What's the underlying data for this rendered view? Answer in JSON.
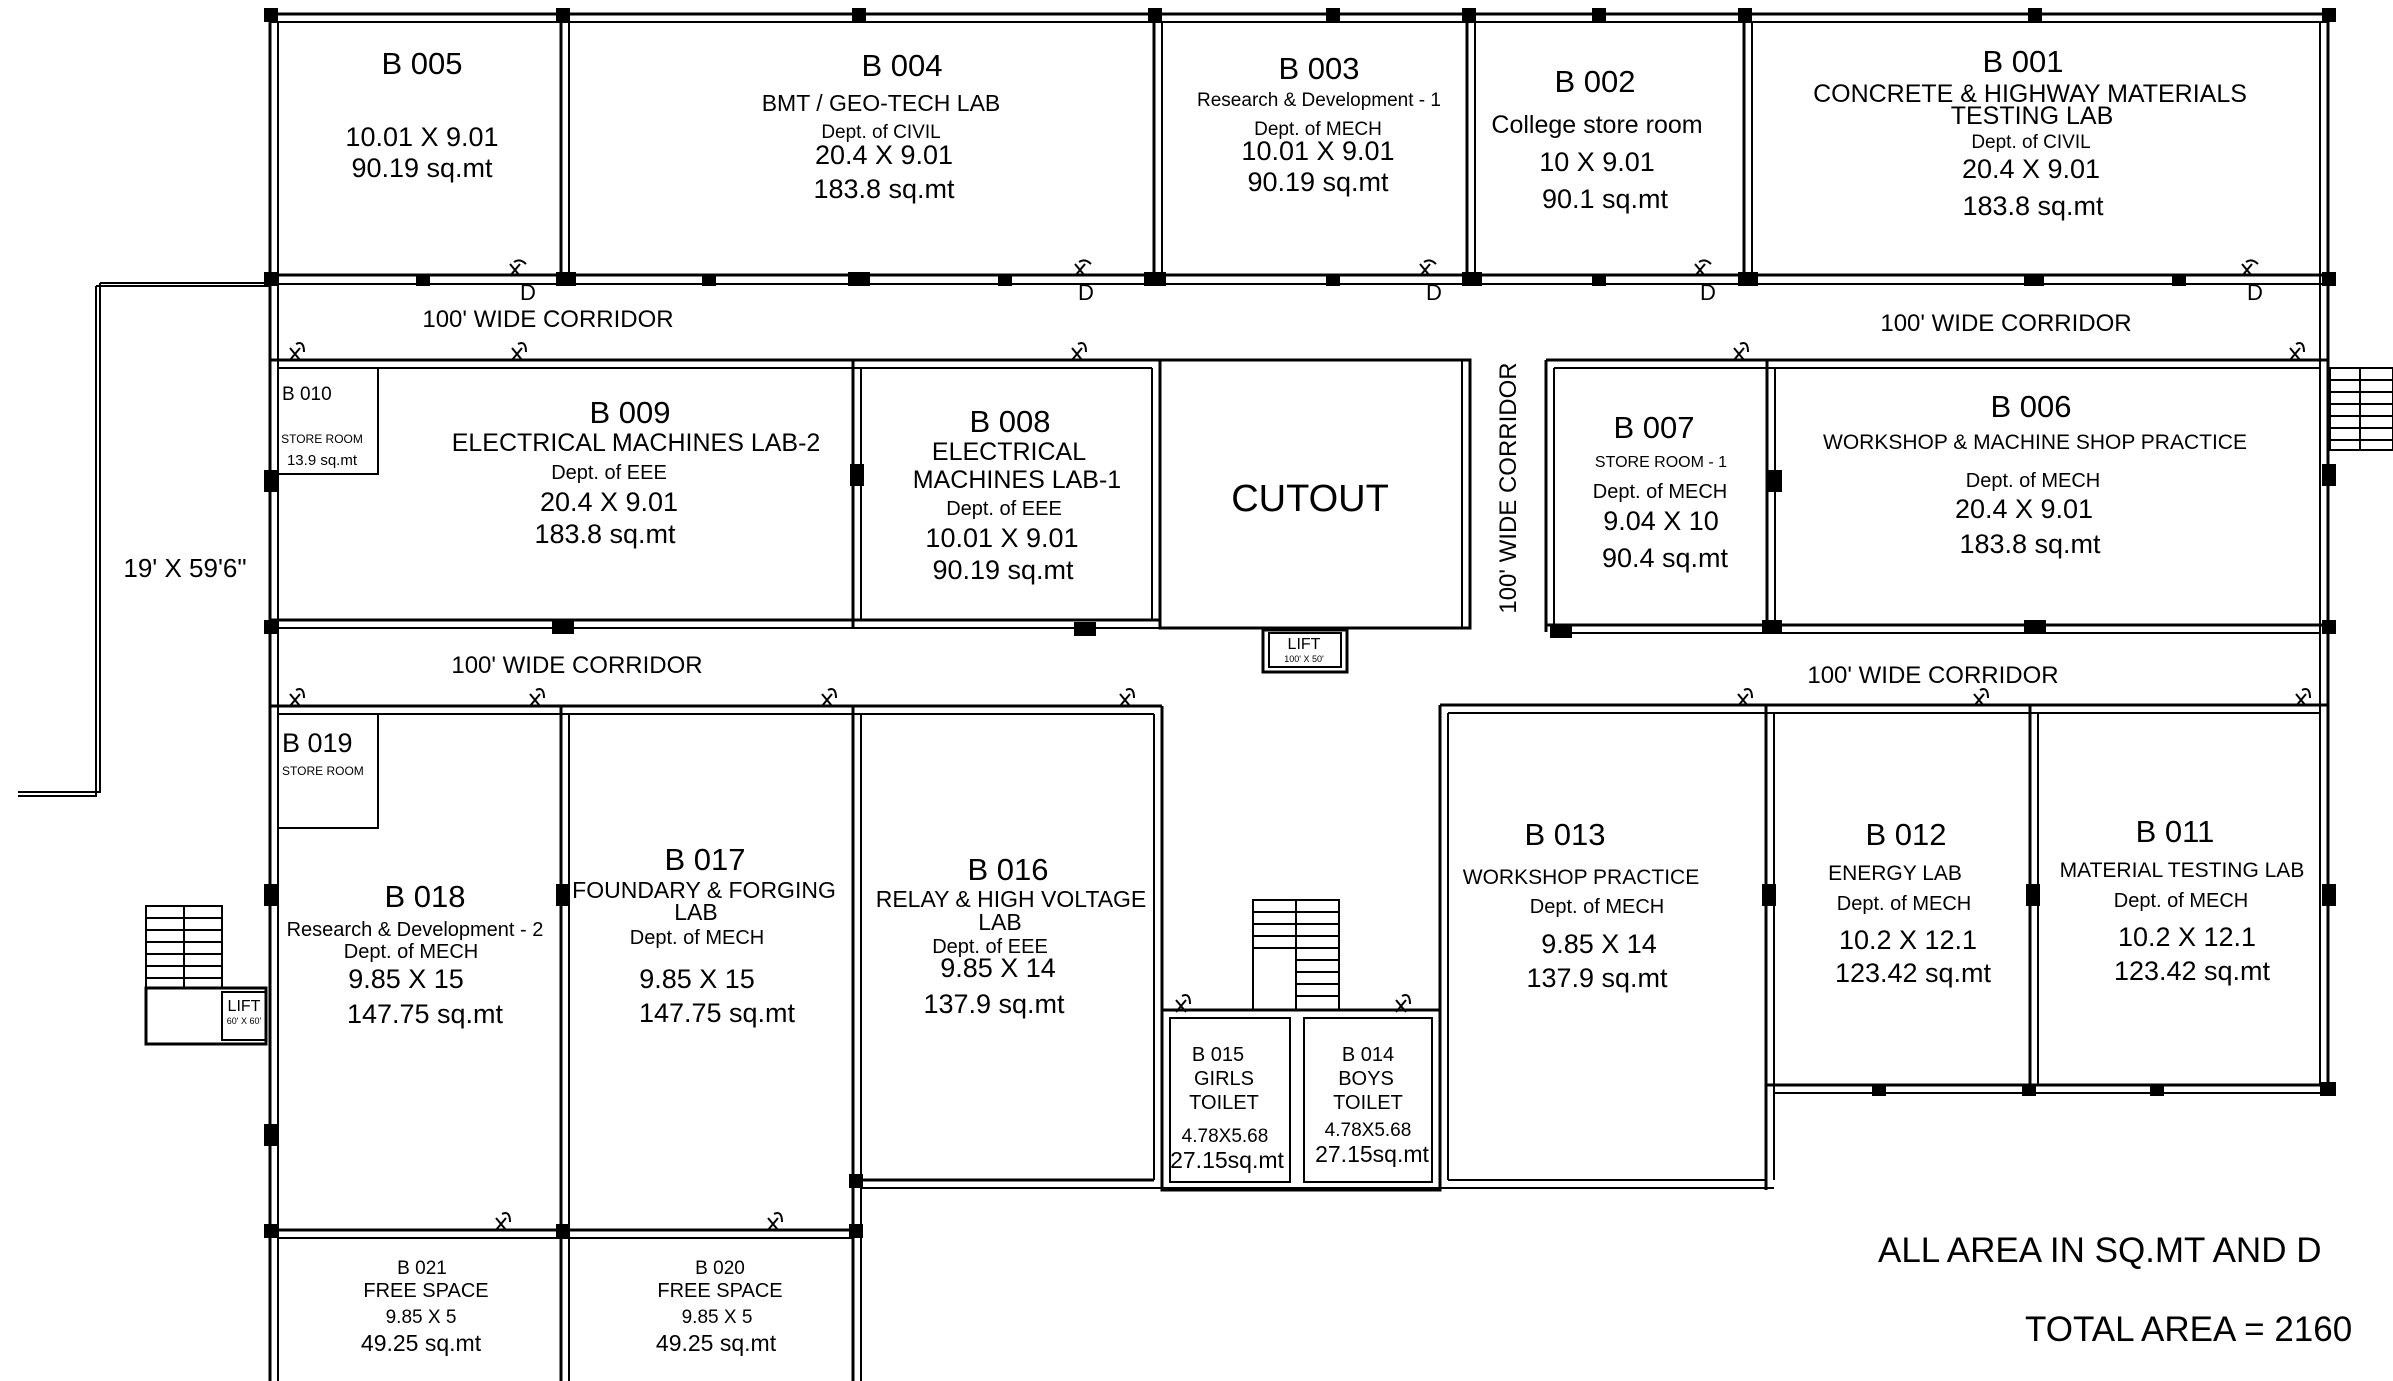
{
  "rooms": {
    "b005": {
      "id": "B 005",
      "l1": "10.01 X 9.01",
      "l2": "90.19 sq.mt"
    },
    "b004": {
      "id": "B 004",
      "name": "BMT / GEO-TECH LAB",
      "dept": "Dept. of CIVIL",
      "dim": "20.4 X 9.01",
      "area": "183.8 sq.mt"
    },
    "b003": {
      "id": "B 003",
      "name": "Research & Development - 1",
      "dept": "Dept. of MECH",
      "dim": "10.01 X 9.01",
      "area": "90.19 sq.mt"
    },
    "b002": {
      "id": "B 002",
      "name": "College store room",
      "dim": "10 X 9.01",
      "area": "90.1 sq.mt"
    },
    "b001": {
      "id": "B 001",
      "name1": "CONCRETE & HIGHWAY MATERIALS",
      "name2": "TESTING LAB",
      "dept": "Dept. of CIVIL",
      "dim": "20.4 X 9.01",
      "area": "183.8 sq.mt"
    },
    "b010": {
      "id": "B 010",
      "name": "STORE ROOM",
      "area": "13.9 sq.mt"
    },
    "b009": {
      "id": "B 009",
      "name": "ELECTRICAL MACHINES LAB-2",
      "dept": "Dept. of EEE",
      "dim": "20.4 X 9.01",
      "area": "183.8 sq.mt"
    },
    "b008": {
      "id": "B 008",
      "name1": "ELECTRICAL",
      "name2": "MACHINES LAB-1",
      "dept": "Dept. of EEE",
      "dim": "10.01 X 9.01",
      "area": "90.19 sq.mt"
    },
    "b007": {
      "id": "B 007",
      "name": "STORE ROOM - 1",
      "dept": "Dept. of MECH",
      "dim": "9.04 X 10",
      "area": "90.4 sq.mt"
    },
    "b006": {
      "id": "B 006",
      "name": "WORKSHOP & MACHINE SHOP PRACTICE",
      "dept": "Dept. of MECH",
      "dim": "20.4 X 9.01",
      "area": "183.8 sq.mt"
    },
    "b019": {
      "id": "B 019",
      "name": "STORE ROOM"
    },
    "b018": {
      "id": "B 018",
      "name": "Research & Development - 2",
      "dept": "Dept. of MECH",
      "dim": "9.85 X 15",
      "area": "147.75 sq.mt"
    },
    "b017": {
      "id": "B 017",
      "name1": "FOUNDARY & FORGING",
      "name2": "LAB",
      "dept": "Dept. of MECH",
      "dim": "9.85 X 15",
      "area": "147.75 sq.mt"
    },
    "b016": {
      "id": "B 016",
      "name1": "RELAY & HIGH VOLTAGE",
      "name2": "LAB",
      "dept": "Dept. of EEE",
      "dim": "9.85 X 14",
      "area": "137.9 sq.mt"
    },
    "b015": {
      "id": "B 015",
      "name1": "GIRLS",
      "name2": "TOILET",
      "dim": "4.78X5.68",
      "area": "27.15sq.mt"
    },
    "b014": {
      "id": "B 014",
      "name1": "BOYS",
      "name2": "TOILET",
      "dim": "4.78X5.68",
      "area": "27.15sq.mt"
    },
    "b013": {
      "id": "B 013",
      "name": "WORKSHOP  PRACTICE",
      "dept": "Dept. of MECH",
      "dim": "9.85 X 14",
      "area": "137.9 sq.mt"
    },
    "b012": {
      "id": "B 012",
      "name": "ENERGY LAB",
      "dept": "Dept. of MECH",
      "dim": "10.2 X 12.1",
      "area": "123.42 sq.mt"
    },
    "b011": {
      "id": "B 011",
      "name": "MATERIAL TESTING LAB",
      "dept": "Dept. of MECH",
      "dim": "10.2 X 12.1",
      "area": "123.42 sq.mt"
    },
    "b021": {
      "id": "B 021",
      "name": "FREE SPACE",
      "dim": "9.85 X 5",
      "area": "49.25 sq.mt"
    },
    "b020": {
      "id": "B 020",
      "name": "FREE SPACE",
      "dim": "9.85 X 5",
      "area": "49.25 sq.mt"
    }
  },
  "labels": {
    "corridor": "100' WIDE CORRIDOR",
    "cutout": "CUTOUT",
    "lift": "LIFT",
    "lift_small_dim": "100' X 50'",
    "lift_left_dim": "60' X 60'",
    "stair_dim": "19' X 59'6\"",
    "door": "D",
    "note_area": "ALL AREA  IN SQ.MT AND D",
    "total_area": "TOTAL AREA = 2160"
  },
  "colors": {
    "line": "#000000",
    "background": "#ffffff"
  }
}
